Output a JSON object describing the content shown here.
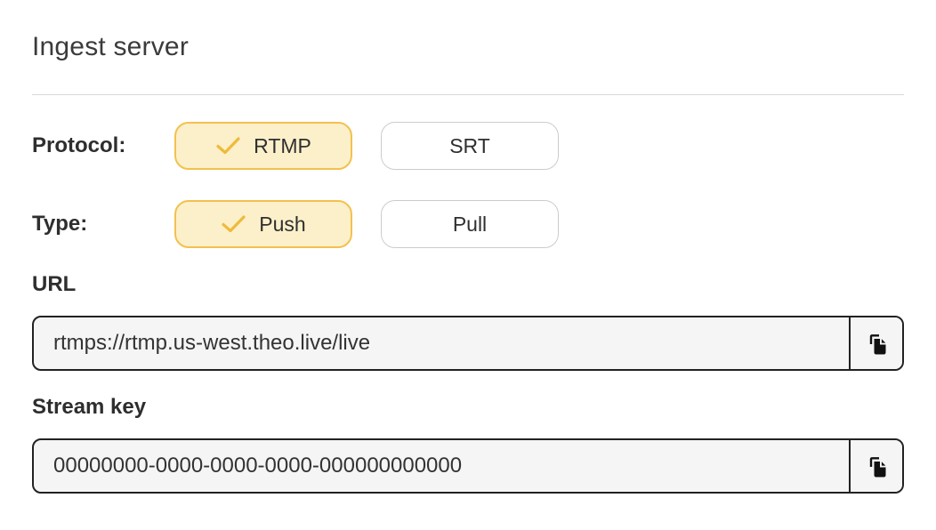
{
  "page": {
    "title": "Ingest server"
  },
  "protocol": {
    "label": "Protocol:",
    "options": [
      {
        "label": "RTMP",
        "selected": true
      },
      {
        "label": "SRT",
        "selected": false
      }
    ]
  },
  "type": {
    "label": "Type:",
    "options": [
      {
        "label": "Push",
        "selected": true
      },
      {
        "label": "Pull",
        "selected": false
      }
    ]
  },
  "fields": [
    {
      "label": "URL",
      "value": "rtmps://rtmp.us-west.theo.live/live"
    },
    {
      "label": "Stream key",
      "value": "00000000-0000-0000-0000-000000000000"
    }
  ],
  "icons": {
    "selected_check": "check-icon",
    "copy": "copy-icon"
  },
  "colors": {
    "selected_bg": "#FCF0CA",
    "selected_border": "#F2C14E",
    "check": "#EFBA3B",
    "unselected_border": "#CCCCCC",
    "input_bg": "#F5F5F5",
    "input_border": "#222222",
    "divider": "#D9D9D9",
    "text": "#333333"
  }
}
